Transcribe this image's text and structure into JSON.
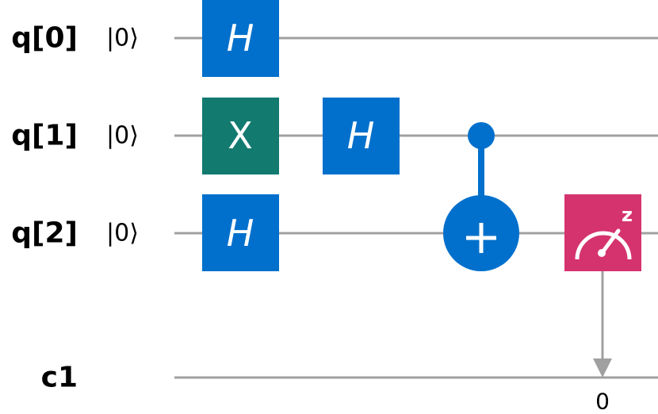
{
  "registers": [
    {
      "label": "q[0]",
      "init": "|0⟩"
    },
    {
      "label": "q[1]",
      "init": "|0⟩"
    },
    {
      "label": "q[2]",
      "init": "|0⟩"
    },
    {
      "label": "c1",
      "init": ""
    }
  ],
  "gates": [
    {
      "name": "H",
      "wire": 0
    },
    {
      "name": "X",
      "wire": 1
    },
    {
      "name": "H",
      "wire": 2
    },
    {
      "name": "H",
      "wire": 1
    }
  ],
  "cnot": {
    "control": 1,
    "target": 2
  },
  "measure": {
    "qubit": 2,
    "basis_label": "z",
    "bit_index": "0"
  },
  "colors": {
    "h_gate": "#0070cc",
    "x_gate": "#137a70",
    "cnot": "#0070cc",
    "measure": "#d5336d",
    "wire": "#a0a0a0"
  }
}
